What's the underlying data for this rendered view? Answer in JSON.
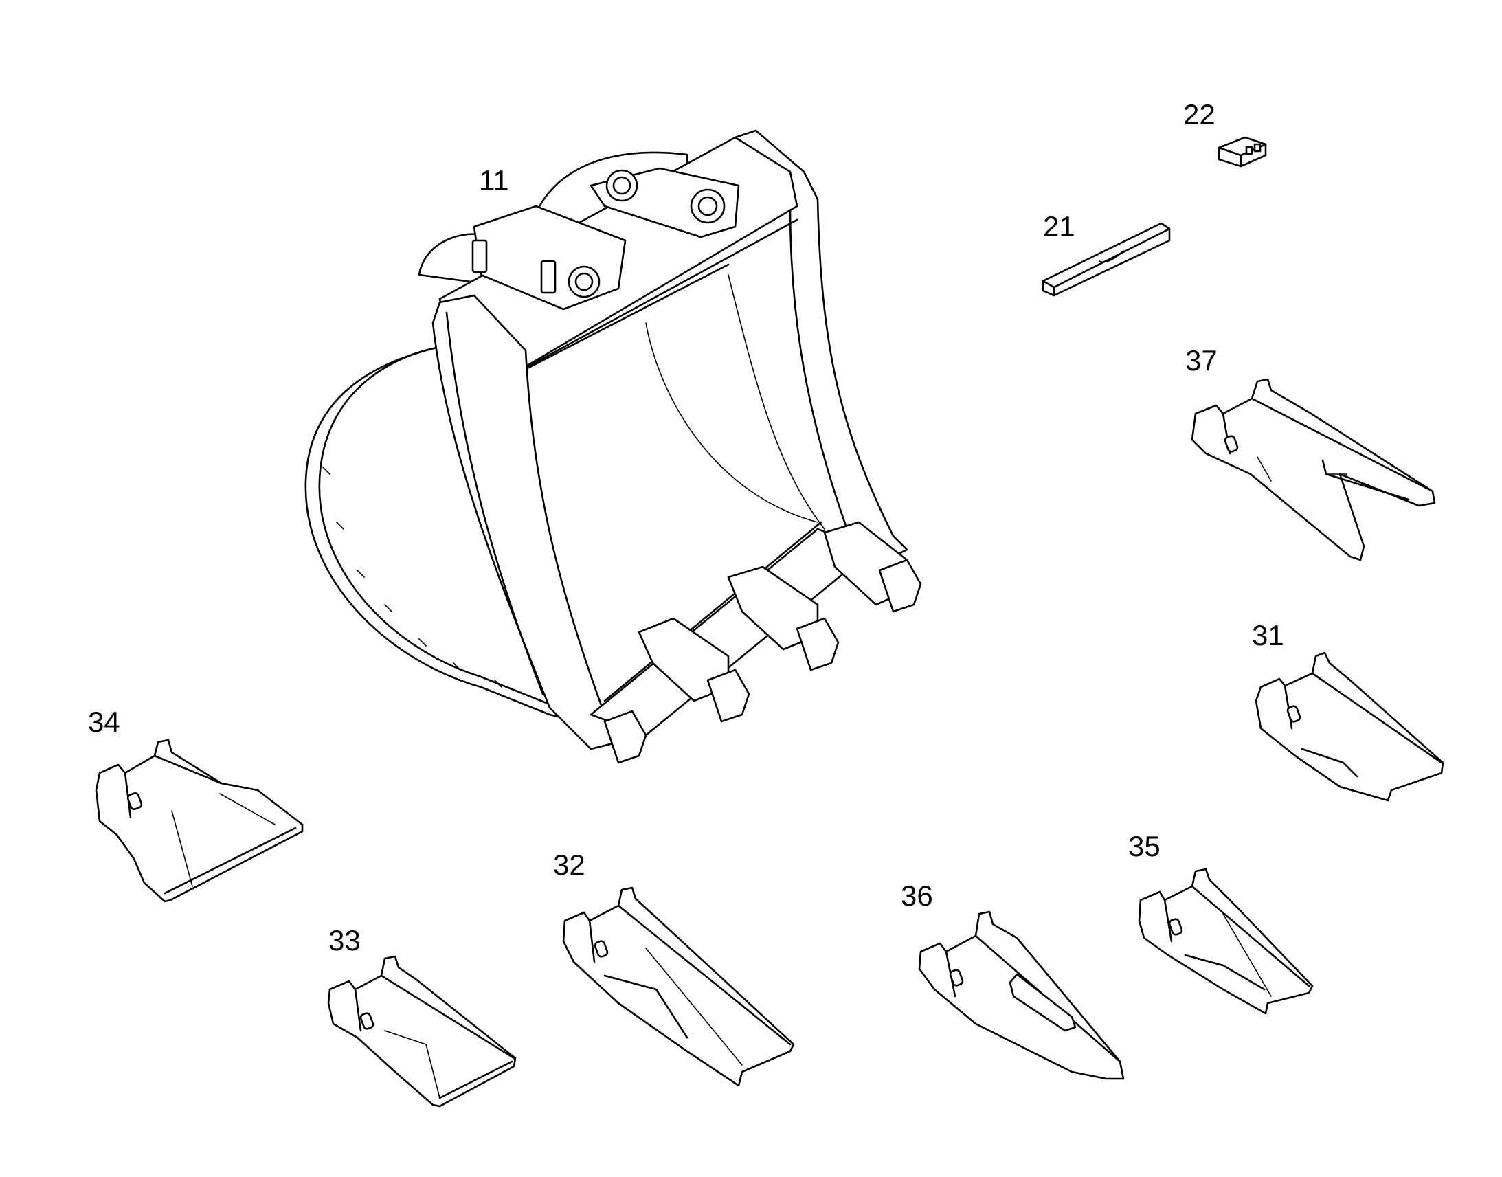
{
  "parts": [
    {
      "id": "bucket",
      "label": "11"
    },
    {
      "id": "small-block",
      "label": "22"
    },
    {
      "id": "bar",
      "label": "21"
    },
    {
      "id": "tooth-37",
      "label": "37"
    },
    {
      "id": "tooth-31",
      "label": "31"
    },
    {
      "id": "tooth-34",
      "label": "34"
    },
    {
      "id": "tooth-32",
      "label": "32"
    },
    {
      "id": "tooth-35",
      "label": "35"
    },
    {
      "id": "tooth-36",
      "label": "36"
    },
    {
      "id": "tooth-33",
      "label": "33"
    }
  ]
}
